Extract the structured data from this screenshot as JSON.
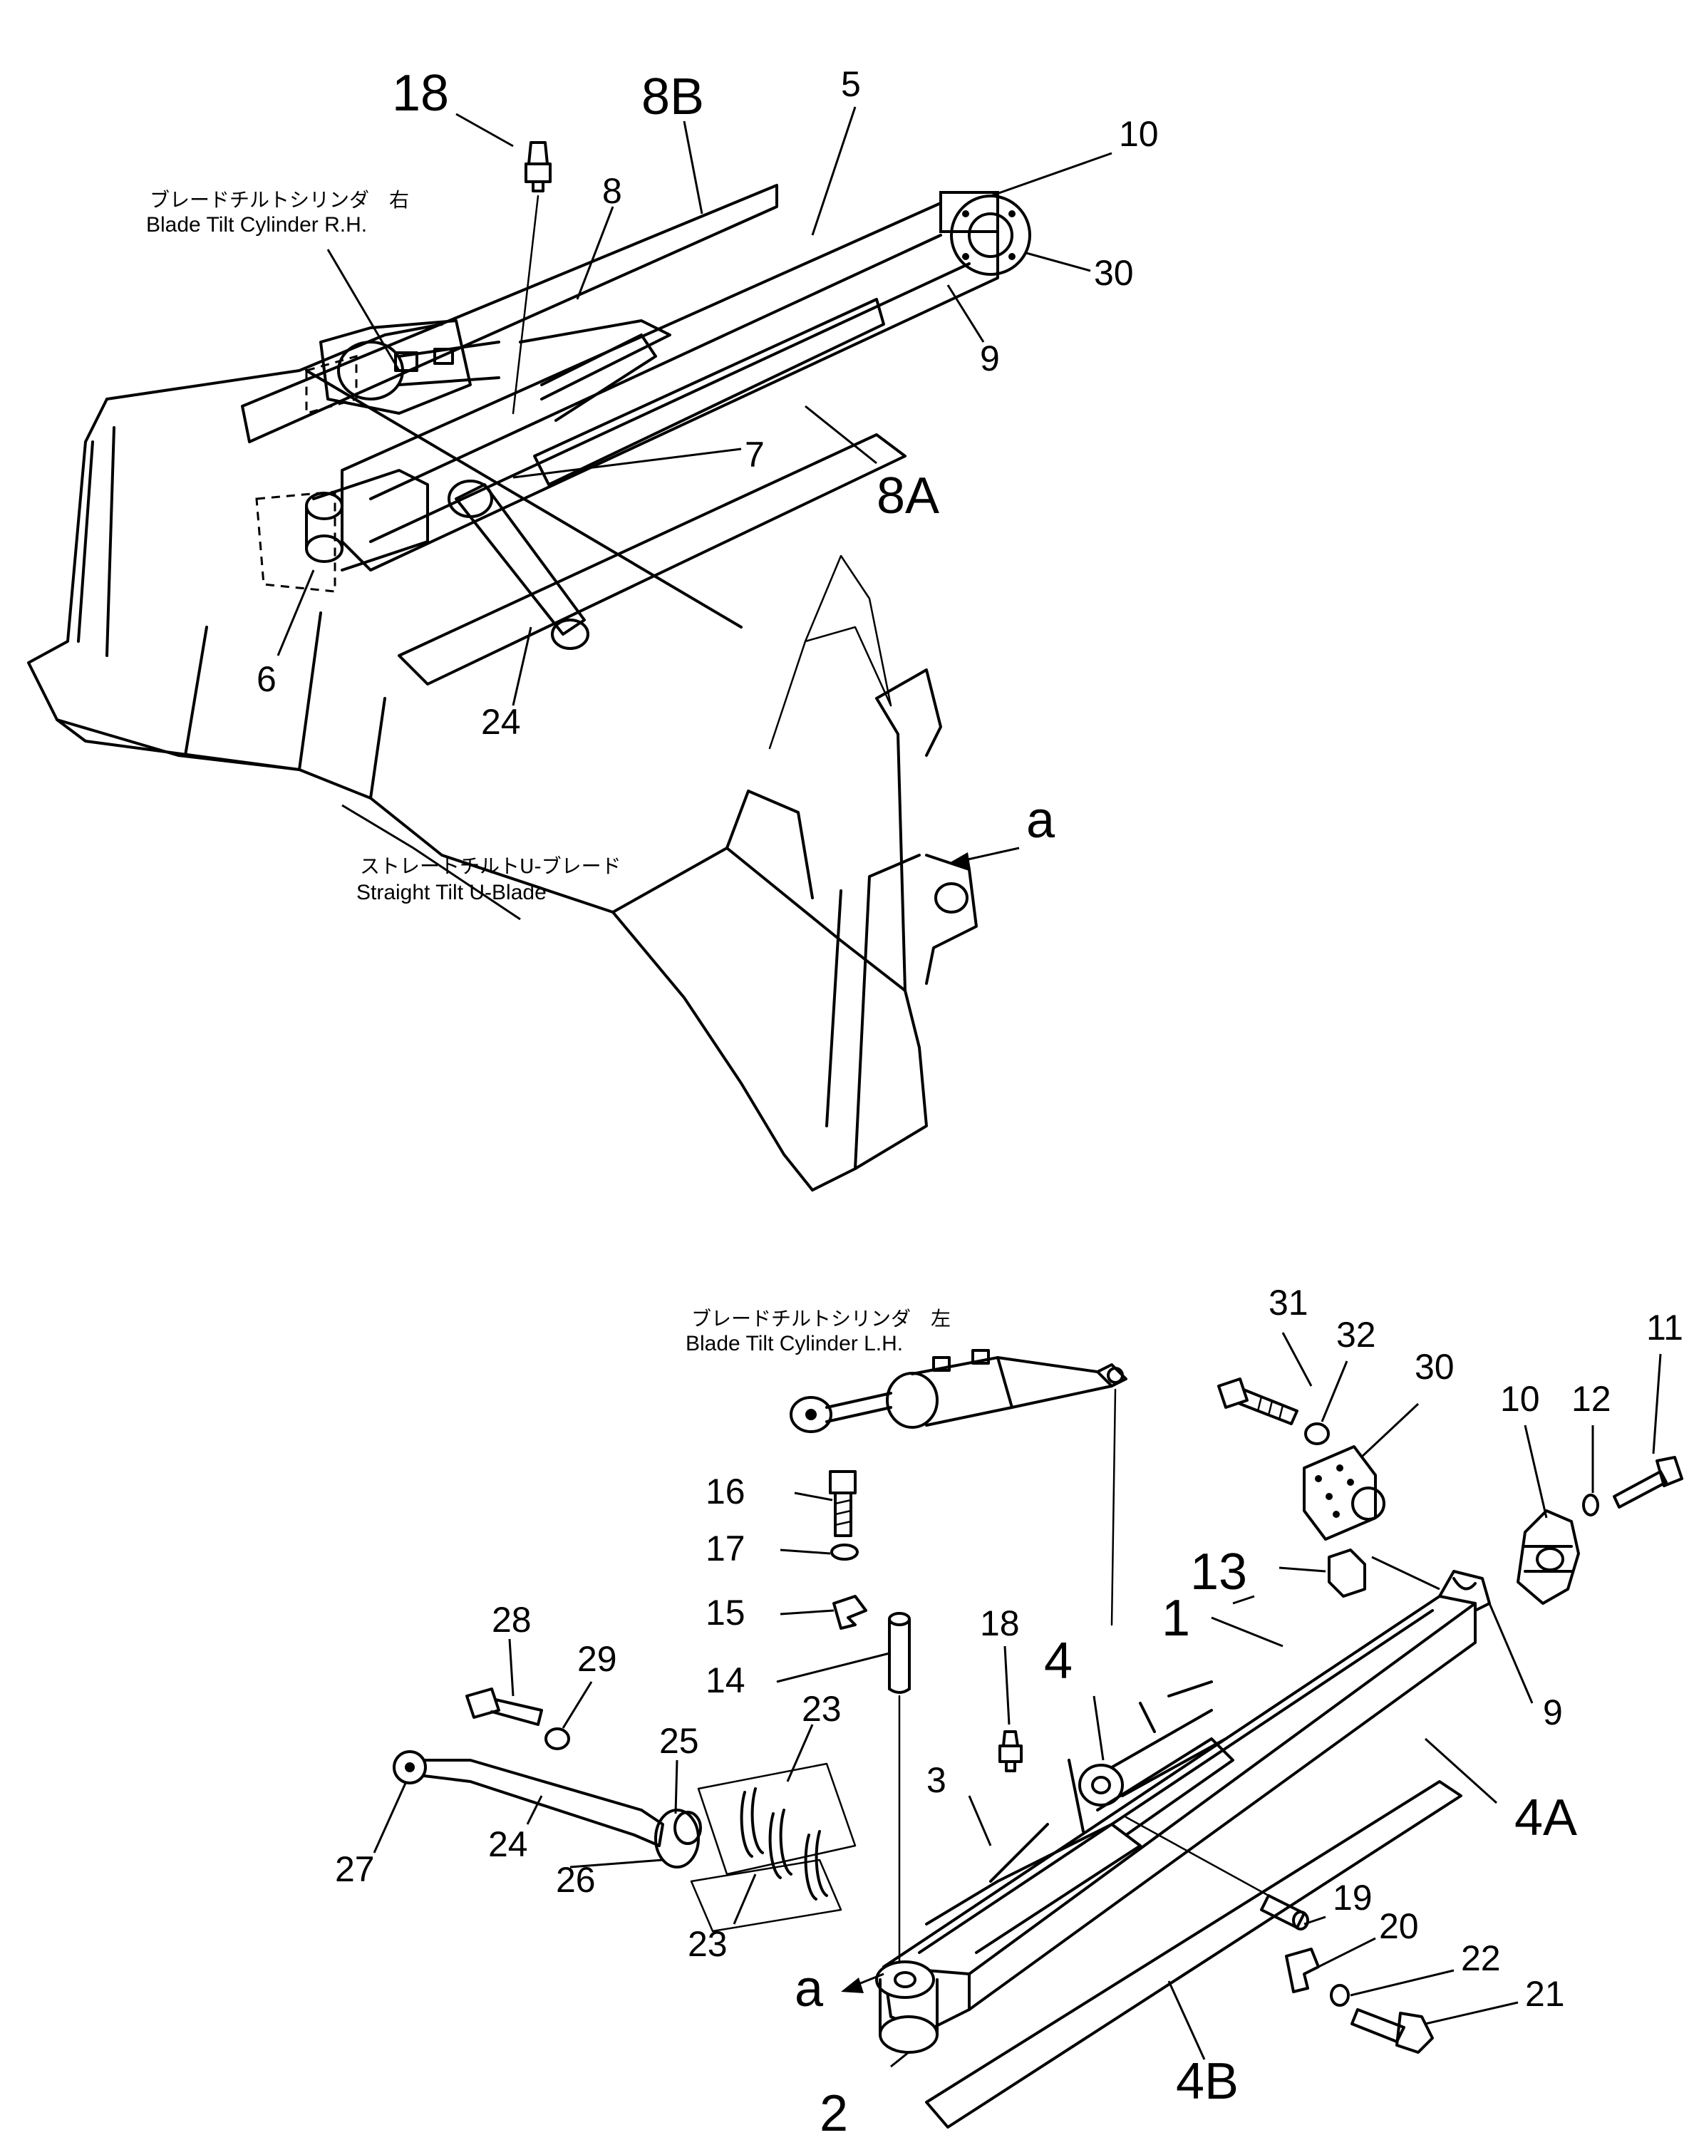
{
  "captions": {
    "tilt_right_jp": "ブレードチルトシリンダ　右",
    "tilt_right_en": "Blade  Tilt  Cylinder  R.H.",
    "blade_jp": "ストレートチルトU-ブレード",
    "blade_en": "Straight  Tilt  U-Blade",
    "tilt_left_jp": "ブレードチルトシリンダ　左",
    "tilt_left_en": "Blade  Tilt  Cylinder  L.H."
  },
  "upper_callouts": [
    "18",
    "8B",
    "5",
    "10",
    "30",
    "9",
    "8",
    "7",
    "8A",
    "6",
    "24",
    "a"
  ],
  "lower_callouts": [
    "31",
    "32",
    "30",
    "11",
    "12",
    "10",
    "16",
    "17",
    "15",
    "14",
    "13",
    "1",
    "9",
    "18",
    "4",
    "3",
    "28",
    "29",
    "25",
    "23",
    "23",
    "27",
    "24",
    "26",
    "4A",
    "19",
    "20",
    "22",
    "21",
    "a",
    "2",
    "4B"
  ]
}
